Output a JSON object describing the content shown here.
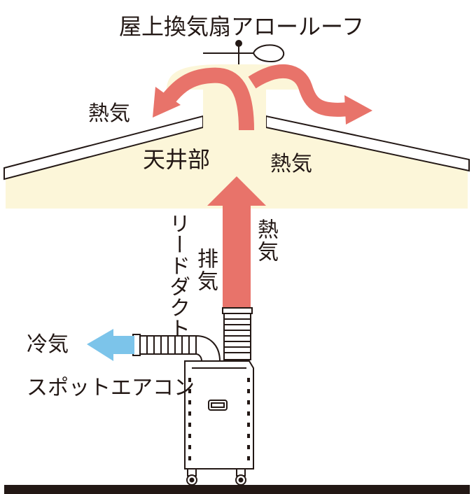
{
  "diagram": {
    "title": "屋上換気扇アロールーフ",
    "labels": {
      "heat_left": "熱気",
      "heat_right": "熱気",
      "ceiling": "天井部",
      "heat_vertical": "熱気",
      "exhaust": "排気",
      "lead_duct": "リードダクト",
      "cool_air": "冷気",
      "spot_aircon": "スポットエアコン"
    },
    "colors": {
      "hot_air": "#E8736A",
      "cool_air": "#7CC4EA",
      "attic_fill": "#FCF6D9",
      "outline": "#231815",
      "floor": "#231815"
    }
  }
}
